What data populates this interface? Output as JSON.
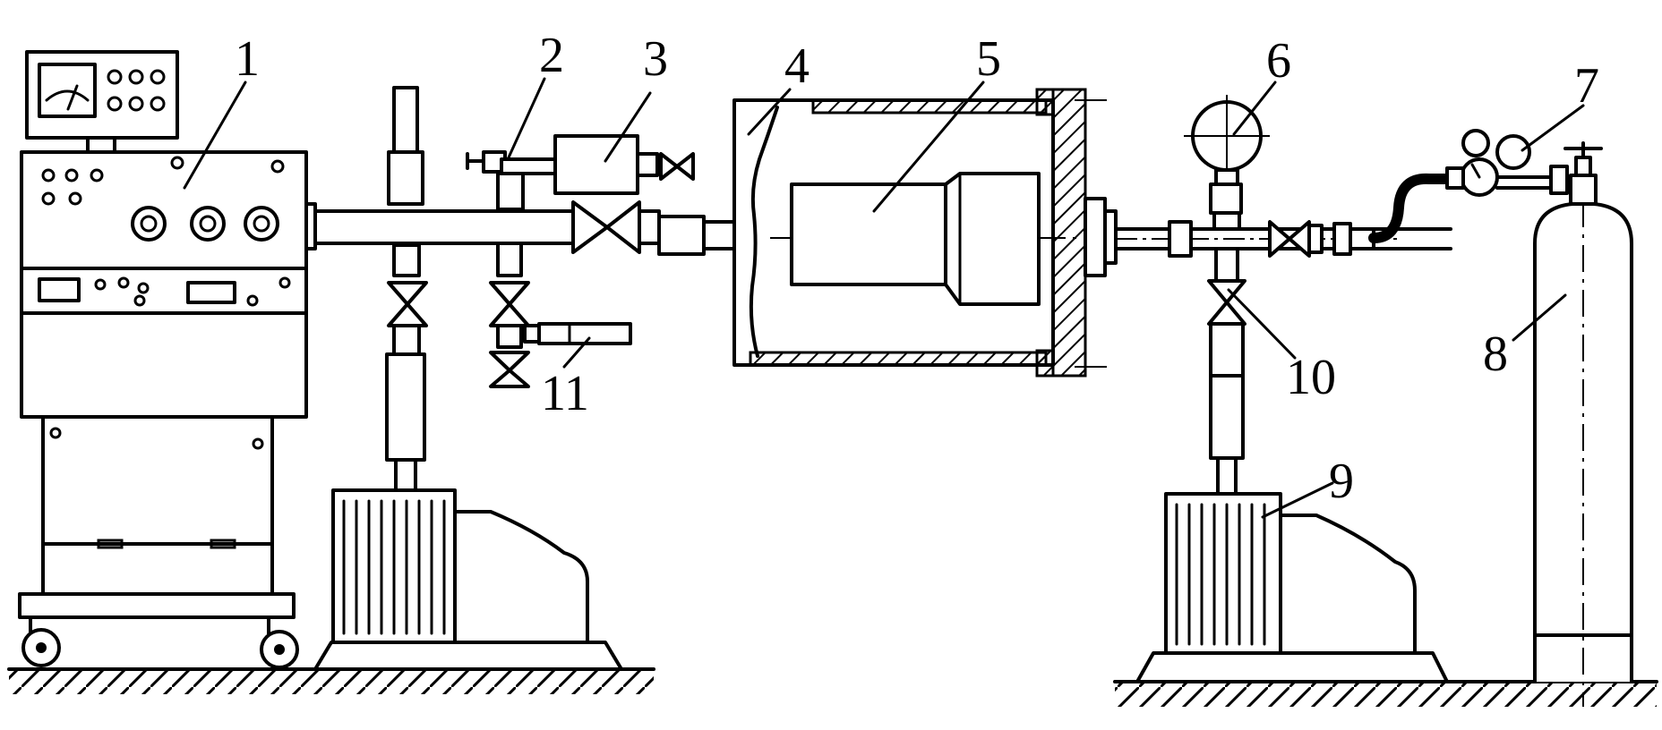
{
  "diagram": {
    "callouts": [
      {
        "id": "1",
        "text": "1"
      },
      {
        "id": "2",
        "text": "2"
      },
      {
        "id": "3",
        "text": "3"
      },
      {
        "id": "4",
        "text": "4"
      },
      {
        "id": "5",
        "text": "5"
      },
      {
        "id": "6",
        "text": "6"
      },
      {
        "id": "7",
        "text": "7"
      },
      {
        "id": "8",
        "text": "8"
      },
      {
        "id": "9",
        "text": "9"
      },
      {
        "id": "10",
        "text": "10"
      },
      {
        "id": "11",
        "text": "11"
      }
    ]
  }
}
